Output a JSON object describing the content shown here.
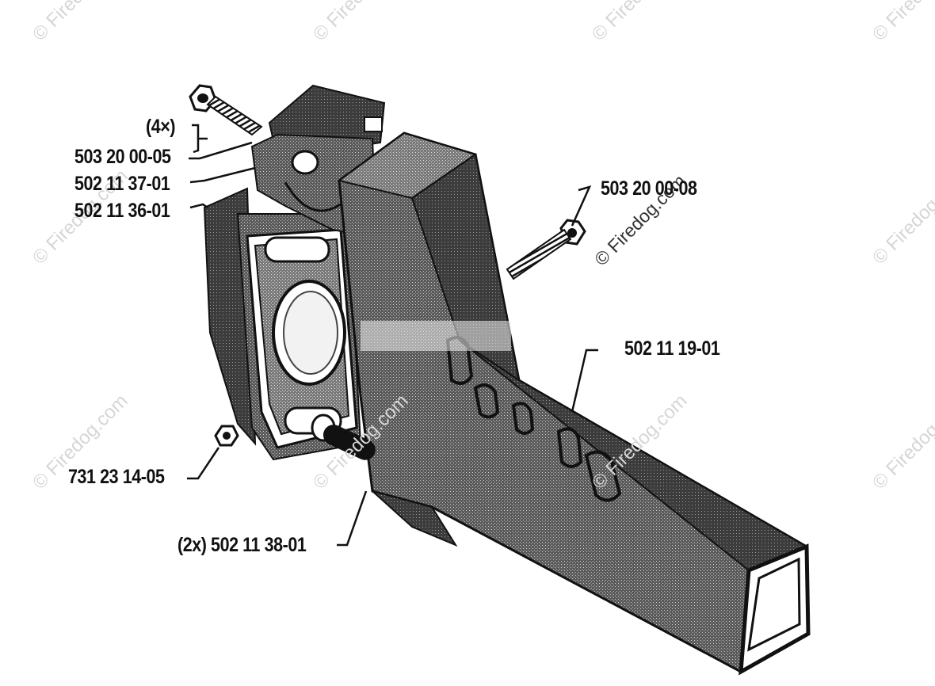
{
  "parts": {
    "bolt_count": "(4×)",
    "bolt_left": "503 20 00-05",
    "bracket": "502 11 37-01",
    "housing": "502 11 36-01",
    "bolt_right": "503 20 00-08",
    "blower_tube": "502 11 19-01",
    "nut": "731 23 14-05",
    "pins": "(2x) 502 11 38-01"
  },
  "watermark": {
    "text": "© Firedog.com"
  }
}
